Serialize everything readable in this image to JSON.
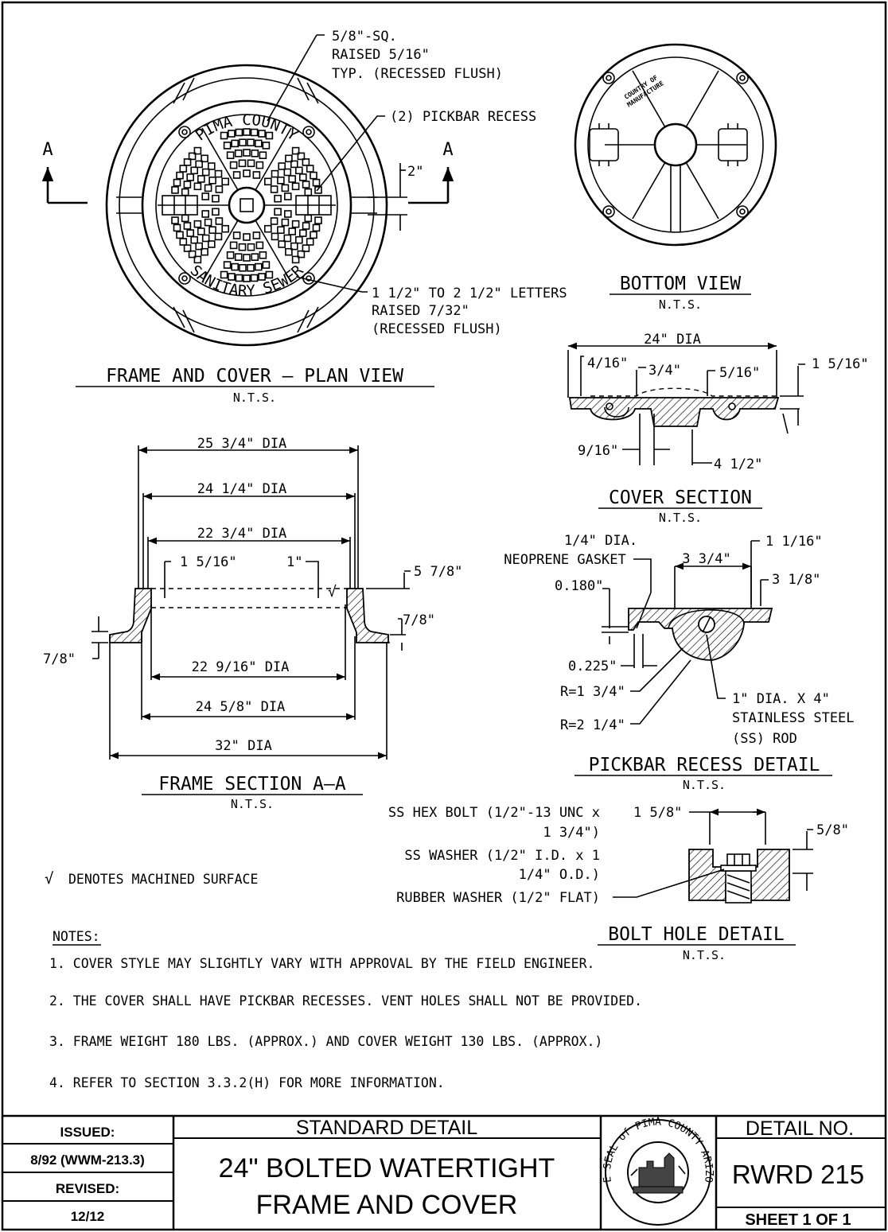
{
  "plan_view": {
    "title": "FRAME AND COVER – PLAN VIEW",
    "scale": "N.T.S.",
    "section_mark": "A",
    "cover_text_top": "PIMA COUNTY",
    "cover_text_bottom": "SANITARY SEWER",
    "callout_raised_1": "5/8\"-SQ.",
    "callout_raised_2": "RAISED 5/16\"",
    "callout_raised_3": "TYP. (RECESSED FLUSH)",
    "callout_pickbar": "(2) PICKBAR RECESS",
    "callout_2in": "2\"",
    "callout_letters_1": "1 1/2\" TO 2 1/2\" LETTERS",
    "callout_letters_2": "RAISED 7/32\"",
    "callout_letters_3": "(RECESSED FLUSH)"
  },
  "bottom_view": {
    "title": "BOTTOM VIEW",
    "scale": "N.T.S.",
    "stamp_1": "COUNTRY OF",
    "stamp_2": "MANUFACTURE"
  },
  "cover_section": {
    "title": "COVER SECTION",
    "scale": "N.T.S.",
    "dim_dia": "24\" DIA",
    "dim_4_16": "4/16\"",
    "dim_3_4": "3/4\"",
    "dim_5_16": "5/16\"",
    "dim_1_5_16": "1 5/16\"",
    "dim_9_16": "9/16\"",
    "dim_4_1_2": "4 1/2\""
  },
  "frame_section": {
    "title": "FRAME SECTION A–A",
    "scale": "N.T.S.",
    "dim_25_3_4": "25 3/4\" DIA",
    "dim_24_1_4": "24 1/4\" DIA",
    "dim_22_3_4": "22 3/4\" DIA",
    "dim_1_5_16": "1 5/16\"",
    "dim_1": "1\"",
    "dim_5_7_8": "5 7/8\"",
    "dim_7_8_right": "7/8\"",
    "dim_7_8_left": "7/8\"",
    "dim_22_9_16": "22 9/16\" DIA",
    "dim_24_5_8": "24 5/8\" DIA",
    "dim_32": "32\" DIA"
  },
  "pickbar_detail": {
    "title": "PICKBAR RECESS DETAIL",
    "scale": "N.T.S.",
    "gasket_1": "1/4\" DIA.",
    "gasket_2": "NEOPRENE GASKET",
    "dim_3_3_4": "3 3/4\"",
    "dim_1_1_16": "1 1/16\"",
    "dim_3_1_8": "3 1/8\"",
    "dim_0180": "0.180\"",
    "dim_0225": "0.225\"",
    "r1": "R=1 3/4\"",
    "r2": "R=2 1/4\"",
    "rod_1": "1\" DIA. X 4\"",
    "rod_2": "STAINLESS STEEL",
    "rod_3": "(SS) ROD"
  },
  "bolt_detail": {
    "title": "BOLT HOLE DETAIL",
    "scale": "N.T.S.",
    "dim_1_5_8": "1 5/8\"",
    "dim_5_8": "5/8\"",
    "bolt_1": "SS HEX BOLT (1/2\"-13 UNC x",
    "bolt_2": "1 3/4\")",
    "washer_1": "SS WASHER (1/2\" I.D. x 1",
    "washer_2": "1/4\" O.D.)",
    "rubber": "RUBBER WASHER (1/2\" FLAT)"
  },
  "legend": {
    "symbol": "√",
    "text": "DENOTES MACHINED SURFACE"
  },
  "notes": {
    "heading": "NOTES:",
    "items": [
      "1. COVER STYLE MAY SLIGHTLY VARY WITH APPROVAL BY THE FIELD ENGINEER.",
      "2. THE COVER SHALL HAVE PICKBAR RECESSES. VENT HOLES SHALL NOT BE PROVIDED.",
      "3. FRAME WEIGHT 180 LBS. (APPROX.) AND COVER WEIGHT 130 LBS. (APPROX.)",
      "4. REFER TO SECTION 3.3.2(H) FOR MORE INFORMATION."
    ]
  },
  "title_block": {
    "issued_label": "ISSUED:",
    "issued_value": "8/92 (WWM-213.3)",
    "revised_label": "REVISED:",
    "revised_value": "12/12",
    "header": "STANDARD DETAIL",
    "title_line_1": "24\" BOLTED WATERTIGHT",
    "title_line_2": "FRAME AND COVER",
    "seal_text": "THE SEAL of PIMA COUNTY ARIZONA",
    "detail_label": "DETAIL NO.",
    "detail_number": "RWRD 215",
    "sheet": "SHEET 1 OF 1"
  }
}
